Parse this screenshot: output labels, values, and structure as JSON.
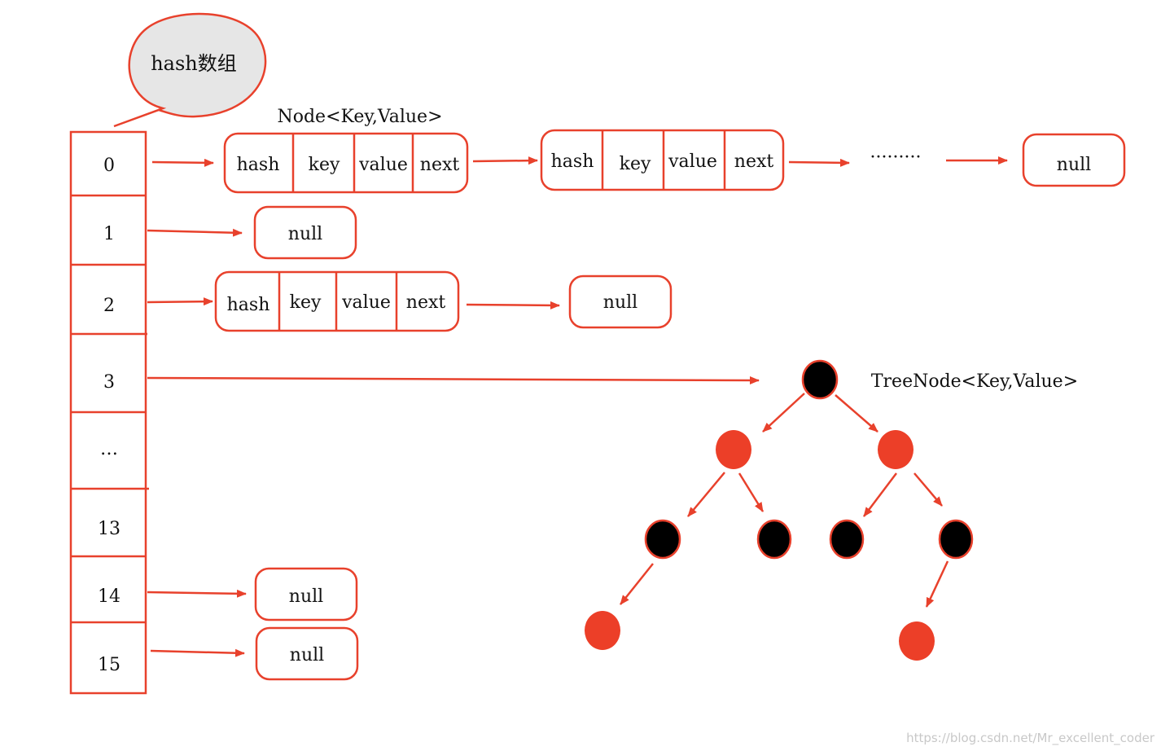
{
  "bubble": {
    "label": "hash数组"
  },
  "array": {
    "indices": [
      "0",
      "1",
      "2",
      "3",
      "…",
      "13",
      "14",
      "15"
    ]
  },
  "node_title": "Node<Key,Value>",
  "tree_title": "TreeNode<Key,Value>",
  "node_fields": [
    "hash",
    "key",
    "value",
    "next"
  ],
  "null_label": "null",
  "ellipsis": "·········",
  "watermark": "https://blog.csdn.net/Mr_excellent_coder",
  "colors": {
    "accent": "#e8412c",
    "black_node": "#000000",
    "red_node": "#ec3f28",
    "bubble_fill": "#e6e6e6"
  }
}
